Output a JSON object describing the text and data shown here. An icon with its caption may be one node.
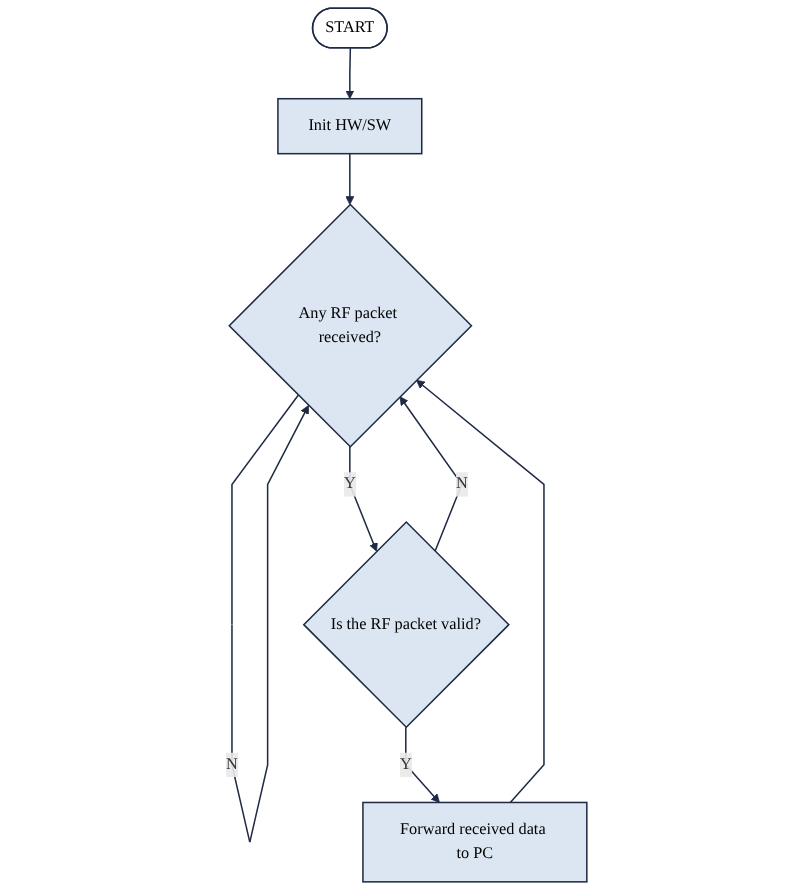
{
  "diagram": {
    "nodes": [
      {
        "text": [
          "START"
        ]
      },
      {
        "text": [
          "Init HW/SW"
        ]
      },
      {
        "text": [
          "Any RF packet received?"
        ]
      },
      {
        "text": [
          "Is the RF packet valid?"
        ]
      },
      {
        "text": [
          "Forward received data to PC"
        ]
      }
    ],
    "edges": [
      {
        "from": 0,
        "to": 1,
        "arrow": "to"
      },
      {
        "from": 1,
        "to": 2,
        "arrow": "to"
      },
      {
        "from": 2,
        "to": 2,
        "arrow": "to",
        "label": "N"
      },
      {
        "from": 2,
        "to": 3,
        "arrow": "to",
        "label": "Y"
      },
      {
        "from": 3,
        "to": 2,
        "arrow": "to",
        "label": "N"
      },
      {
        "from": 3,
        "to": 4,
        "arrow": "to",
        "label": "Y"
      },
      {
        "from": 4,
        "to": 2,
        "arrow": "to"
      }
    ]
  }
}
